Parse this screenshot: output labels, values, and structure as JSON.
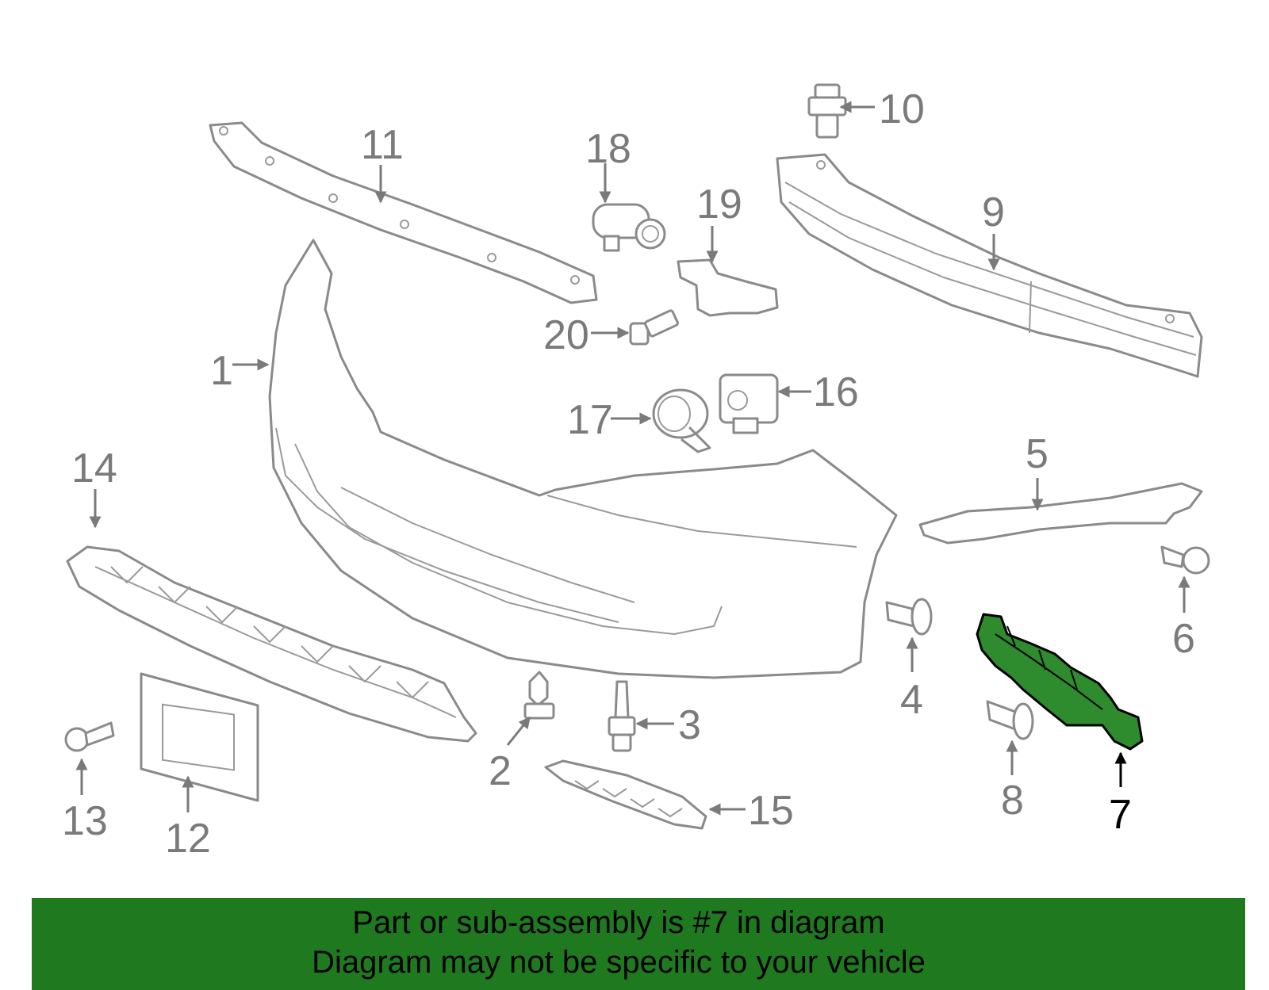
{
  "highlight_color": "#2e8b2e",
  "banner_color": "#1f7a1f",
  "callouts": [
    "1",
    "2",
    "3",
    "4",
    "5",
    "6",
    "7",
    "8",
    "9",
    "10",
    "11",
    "12",
    "13",
    "14",
    "15",
    "16",
    "17",
    "18",
    "19",
    "20"
  ],
  "highlighted_part": "7",
  "banner": {
    "line1": "Part or sub-assembly is #7 in diagram",
    "line2": "Diagram may not be specific to your vehicle"
  }
}
